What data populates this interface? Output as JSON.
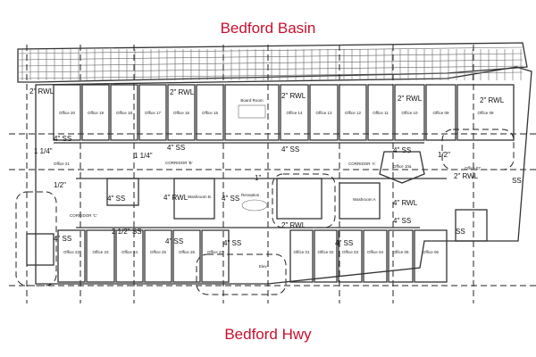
{
  "titles": {
    "top": "Bedford Basin",
    "bottom": "Bedford Hwy"
  },
  "rooms_top": [
    "Office 20",
    "Office 19",
    "Office 18",
    "Office 17",
    "Office 16",
    "Office 15",
    "Board Room",
    "Office 14",
    "Office 13",
    "Office 12",
    "Office 11",
    "Office 10",
    "Office 09",
    "Office 08"
  ],
  "rooms_bottom": [
    "Office 22",
    "Office 23",
    "Office 24",
    "Office 25",
    "Office 26",
    "Office 27",
    "Office 01",
    "Office 02",
    "Office 03",
    "Office 04",
    "Office 05",
    "Office 06"
  ],
  "rooms_mid": {
    "office21": "Office 21",
    "office10a": "Office 10a",
    "office07": "Office 07",
    "washroom_b": "Washroom B",
    "washroom_a": "Washroom A",
    "reception": "Reception",
    "elev": "Elev"
  },
  "corridors": {
    "a": "CORRIDOR 'A'",
    "b": "CORRIDOR 'B'",
    "c": "CORRIDOR 'C'"
  },
  "notes": {
    "rwl2": "2\" RWL",
    "ss4": "4\" SS",
    "rwl4": "4\" RWL",
    "p114": "1 1/4\"",
    "p12": "1/2\"",
    "p1": "1\"",
    "p212": "2 1/2\" SS",
    "p2rwl": "2\" RWL",
    "ss": "SS"
  }
}
